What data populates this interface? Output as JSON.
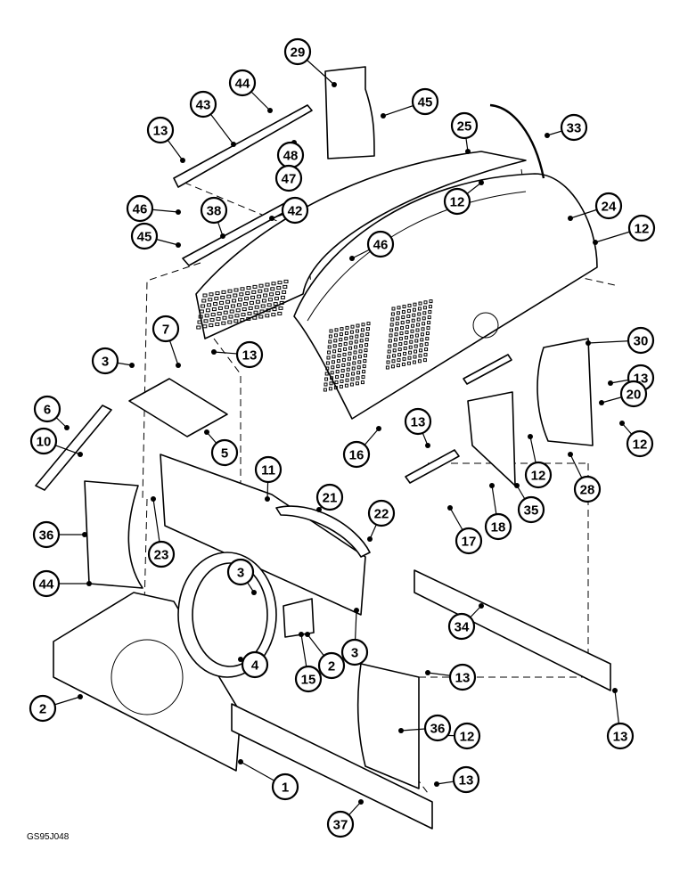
{
  "drawing_code": "GS95J048",
  "callouts": [
    "29",
    "44",
    "45",
    "13",
    "43",
    "25",
    "33",
    "48",
    "47",
    "12",
    "24",
    "46",
    "38",
    "42",
    "45",
    "46",
    "12",
    "7",
    "13",
    "3",
    "30",
    "13",
    "20",
    "6",
    "5",
    "12",
    "16",
    "13",
    "12",
    "10",
    "11",
    "21",
    "28",
    "22",
    "36",
    "23",
    "35",
    "18",
    "17",
    "44",
    "3",
    "34",
    "3",
    "2",
    "15",
    "4",
    "13",
    "2",
    "36",
    "12",
    "13",
    "1",
    "13",
    "37"
  ]
}
